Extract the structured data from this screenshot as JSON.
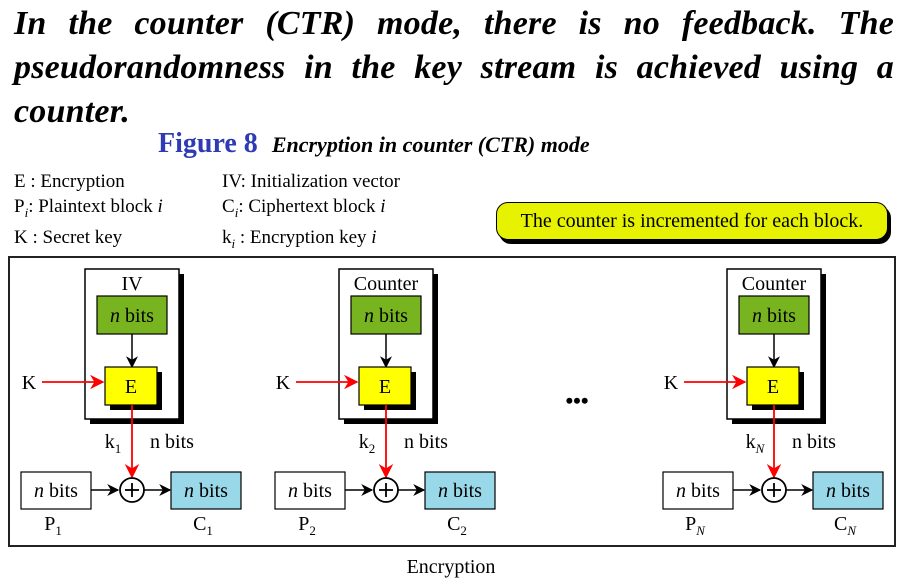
{
  "intro_text": "In the counter (CTR) mode, there is no feedback. The pseudorandomness in the key stream is achieved using a counter.",
  "figure": {
    "number": "Figure 8",
    "caption": "Encryption in counter (CTR) mode"
  },
  "legend": {
    "col1": [
      {
        "symbol": "E",
        "sub": "",
        "text": " : Encryption"
      },
      {
        "symbol": "P",
        "sub": "i",
        "text": ": Plaintext block ",
        "italic_tail": "i"
      },
      {
        "symbol": "K",
        "sub": "",
        "text": " : Secret key"
      }
    ],
    "col2": [
      {
        "symbol": "IV",
        "sub": "",
        "text": ": Initialization vector"
      },
      {
        "symbol": "C",
        "sub": "i",
        "text": ": Ciphertext block ",
        "italic_tail": "i"
      },
      {
        "symbol": "k",
        "sub": "i",
        "text": " : Encryption key ",
        "italic_tail": "i"
      }
    ]
  },
  "callout": "The counter is incremented for each block.",
  "diagram": {
    "colors": {
      "green": "#77b41f",
      "yellow": "#ffff00",
      "cyan": "#99d8e8",
      "red": "#ff0000"
    },
    "stages": [
      {
        "source_label": "IV",
        "source_bits": "n bits",
        "enc_label": "E",
        "key_label": "K",
        "key_sym": "k",
        "key_sub": "1",
        "key_bits": "n bits",
        "plain_bits": "n bits",
        "plain_sym": "P",
        "plain_sub": "1",
        "cipher_bits": "n bits",
        "cipher_sym": "C",
        "cipher_sub": "1"
      },
      {
        "source_label": "Counter",
        "source_bits": "n bits",
        "enc_label": "E",
        "key_label": "K",
        "key_sym": "k",
        "key_sub": "2",
        "key_bits": "n bits",
        "plain_bits": "n bits",
        "plain_sym": "P",
        "plain_sub": "2",
        "cipher_bits": "n bits",
        "cipher_sym": "C",
        "cipher_sub": "2"
      },
      {
        "source_label": "Counter",
        "source_bits": "n bits",
        "enc_label": "E",
        "key_label": "K",
        "key_sym": "k",
        "key_sub": "N",
        "key_bits": "n bits",
        "plain_bits": "n bits",
        "plain_sym": "P",
        "plain_sub": "N",
        "cipher_bits": "n bits",
        "cipher_sym": "C",
        "cipher_sub": "N"
      }
    ],
    "ellipsis": "•••",
    "bottom_label": "Encryption"
  }
}
